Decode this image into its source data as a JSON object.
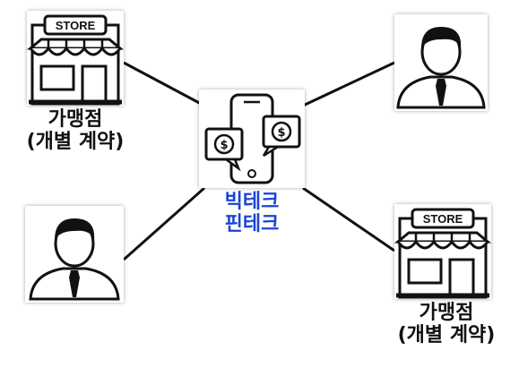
{
  "hub": {
    "label_line1": "빅테크",
    "label_line2": "핀테크",
    "label_color": "#1a44d6",
    "icon": "smartphone-payment-icon"
  },
  "nodes": [
    {
      "type": "store",
      "icon": "store-icon",
      "sign": "STORE",
      "label_line1": "가맹점",
      "label_line2": "(개별 계약)"
    },
    {
      "type": "person",
      "icon": "businessman-icon"
    },
    {
      "type": "person",
      "icon": "businessman-icon"
    },
    {
      "type": "store",
      "icon": "store-icon",
      "sign": "STORE",
      "label_line1": "가맹점",
      "label_line2": "(개별 계약)"
    }
  ]
}
